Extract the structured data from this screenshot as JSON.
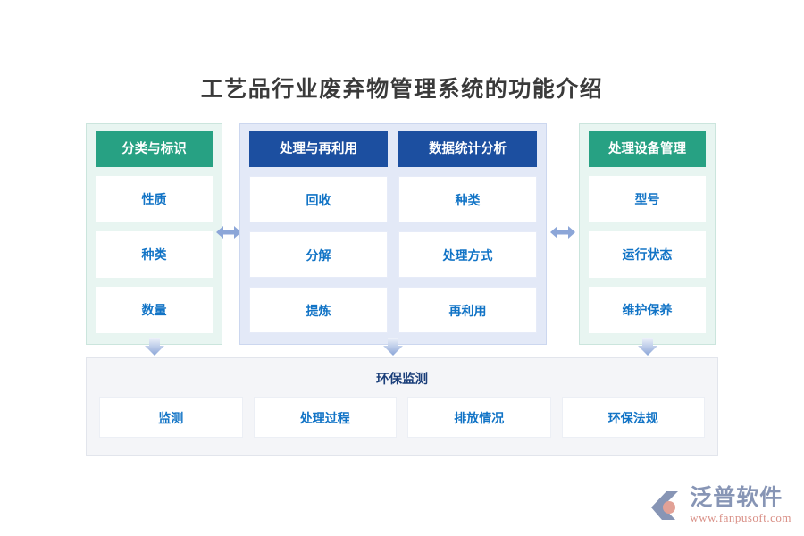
{
  "page": {
    "title": "工艺品行业废弃物管理系统的功能介绍",
    "title_color": "#3a3a3a",
    "background": "#ffffff"
  },
  "colors": {
    "green_header": "#27a183",
    "blue_header": "#1c4fa0",
    "green_panel_bg": "#e8f5f1",
    "blue_panel_bg": "#e3e9f7",
    "cell_text": "#1274c6",
    "bottom_panel_bg": "#f4f5f8",
    "arrow": "#8ca6d8"
  },
  "columns": [
    {
      "header": "分类与标识",
      "theme": "green",
      "items": [
        "性质",
        "种类",
        "数量"
      ]
    },
    {
      "header": "处理与再利用",
      "theme": "blue",
      "items": [
        "回收",
        "分解",
        "提炼"
      ]
    },
    {
      "header": "数据统计分析",
      "theme": "blue",
      "items": [
        "种类",
        "处理方式",
        "再利用"
      ]
    },
    {
      "header": "处理设备管理",
      "theme": "green",
      "items": [
        "型号",
        "运行状态",
        "维护保养"
      ]
    }
  ],
  "bottom": {
    "title": "环保监测",
    "items": [
      "监测",
      "处理过程",
      "排放情况",
      "环保法规"
    ]
  },
  "arrows": {
    "horizontal_left": "double-arrow-horizontal",
    "horizontal_right": "double-arrow-horizontal",
    "down_left": "arrow-down",
    "down_middle": "arrow-down",
    "down_right": "arrow-down"
  },
  "brand": {
    "name": "泛普软件",
    "url": "www.fanpusoft.com"
  }
}
